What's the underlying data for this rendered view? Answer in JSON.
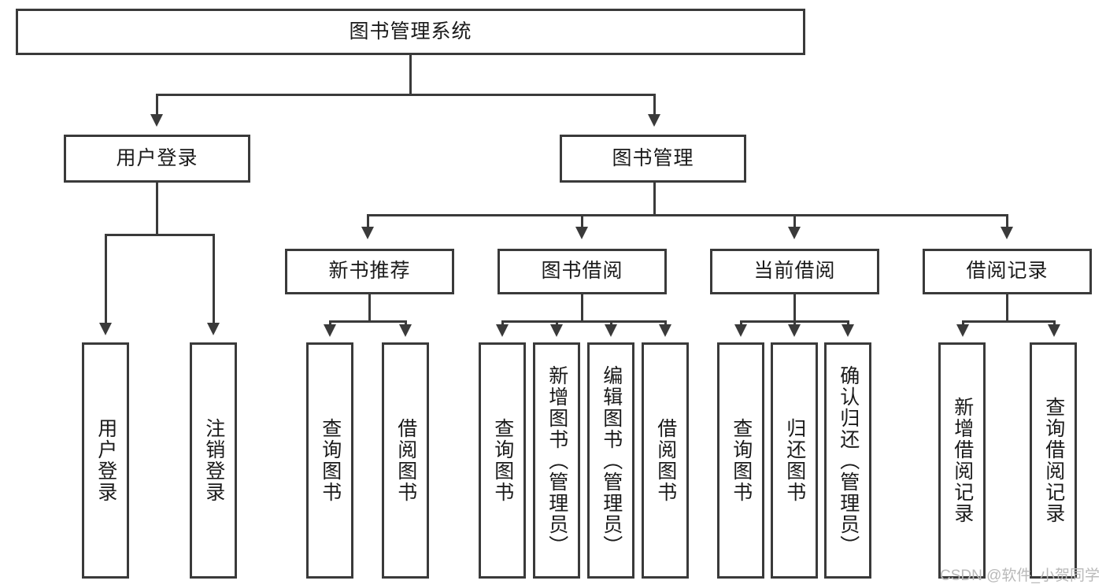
{
  "diagram": {
    "type": "tree",
    "title_node": {
      "label": "图书管理系统"
    },
    "level2": [
      {
        "label": "用户登录"
      },
      {
        "label": "图书管理"
      }
    ],
    "level3": [
      {
        "label": "新书推荐"
      },
      {
        "label": "图书借阅"
      },
      {
        "label": "当前借阅"
      },
      {
        "label": "借阅记录"
      }
    ],
    "leaves": {
      "user_login": [
        {
          "label": "用户登录"
        },
        {
          "label": "注销登录"
        }
      ],
      "new_book_recommend": [
        {
          "label": "查询图书"
        },
        {
          "label": "借阅图书"
        }
      ],
      "book_borrow": [
        {
          "label": "查询图书"
        },
        {
          "label": "新增图书（管理员）"
        },
        {
          "label": "编辑图书（管理员）"
        },
        {
          "label": "借阅图书"
        }
      ],
      "current_borrow": [
        {
          "label": "查询图书"
        },
        {
          "label": "归还图书"
        },
        {
          "label": "确认归还（管理员）"
        }
      ],
      "borrow_record": [
        {
          "label": "新增借阅记录"
        },
        {
          "label": "查询借阅记录"
        }
      ]
    }
  },
  "watermark": {
    "text": "CSDN @软件_小贺同学"
  },
  "colors": {
    "stroke": "#3a3a3a",
    "fill": "#ffffff",
    "text": "#1a1a1a",
    "watermark": "#b9b9b9"
  }
}
